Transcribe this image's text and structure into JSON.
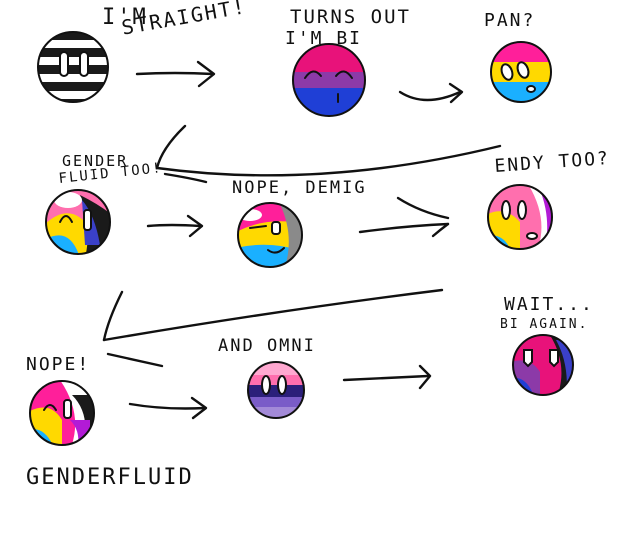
{
  "labels": {
    "straight_1": "I'M",
    "straight_2": "STRAIGHT!",
    "bi_1": "TURNS OUT",
    "bi_2": "I'M BI",
    "pan": "PAN?",
    "genderfluid_q1": "GENDER",
    "genderfluid_q2": "FLUID TOO!",
    "demig": "NOPE, DEMIG",
    "endy": "ENDY TOO?",
    "nope": "NOPE!",
    "omni": "AND OMNI",
    "wait_1": "WAIT...",
    "wait_2": "BI AGAIN.",
    "genderfluid_final": "GENDERFLUID"
  },
  "colors": {
    "ink": "#111111",
    "bi_pink": "#e8127a",
    "bi_purple": "#8c3aa8",
    "bi_blue": "#1f3fd6",
    "pan_pink": "#ff1f9a",
    "pan_yellow": "#ffd900",
    "pan_blue": "#1ab0ff",
    "gf_pink": "#ff6fae",
    "gf_white": "#ffffff",
    "gf_violet": "#b21bd6",
    "gf_black": "#1a1a1a",
    "gf_blue": "#3a40c8",
    "demi_gray": "#8a8a8a",
    "omni_pink": "#ffa8d0",
    "omni_lavender": "#a38ad8",
    "omni_indigo": "#2b1f7a"
  },
  "icons": {
    "ball": "countryball-face",
    "arrow": "hand-drawn-arrow"
  }
}
